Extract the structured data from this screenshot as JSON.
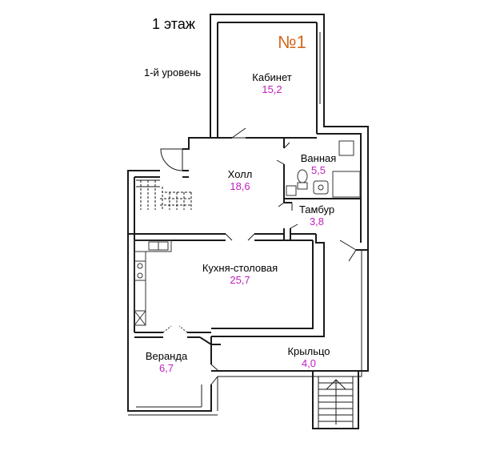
{
  "header": {
    "floor_title": "1 этаж",
    "level_label": "1-й уровень",
    "plan_number": "№1"
  },
  "colors": {
    "number": "#d2691e",
    "area": "#c020c0",
    "wall": "#1a1a1a",
    "fixture": "#333333"
  },
  "rooms": [
    {
      "key": "cabinet",
      "name": "Кабинет",
      "area": "15,2"
    },
    {
      "key": "bathroom",
      "name": "Ванная",
      "area": "5,5"
    },
    {
      "key": "hall",
      "name": "Холл",
      "area": "18,6"
    },
    {
      "key": "vestibule",
      "name": "Тамбур",
      "area": "3,8"
    },
    {
      "key": "kitchen",
      "name": "Кухня-столовая",
      "area": "25,7"
    },
    {
      "key": "porch",
      "name": "Крыльцо",
      "area": "4,0"
    },
    {
      "key": "veranda",
      "name": "Веранда",
      "area": "6,7"
    }
  ]
}
